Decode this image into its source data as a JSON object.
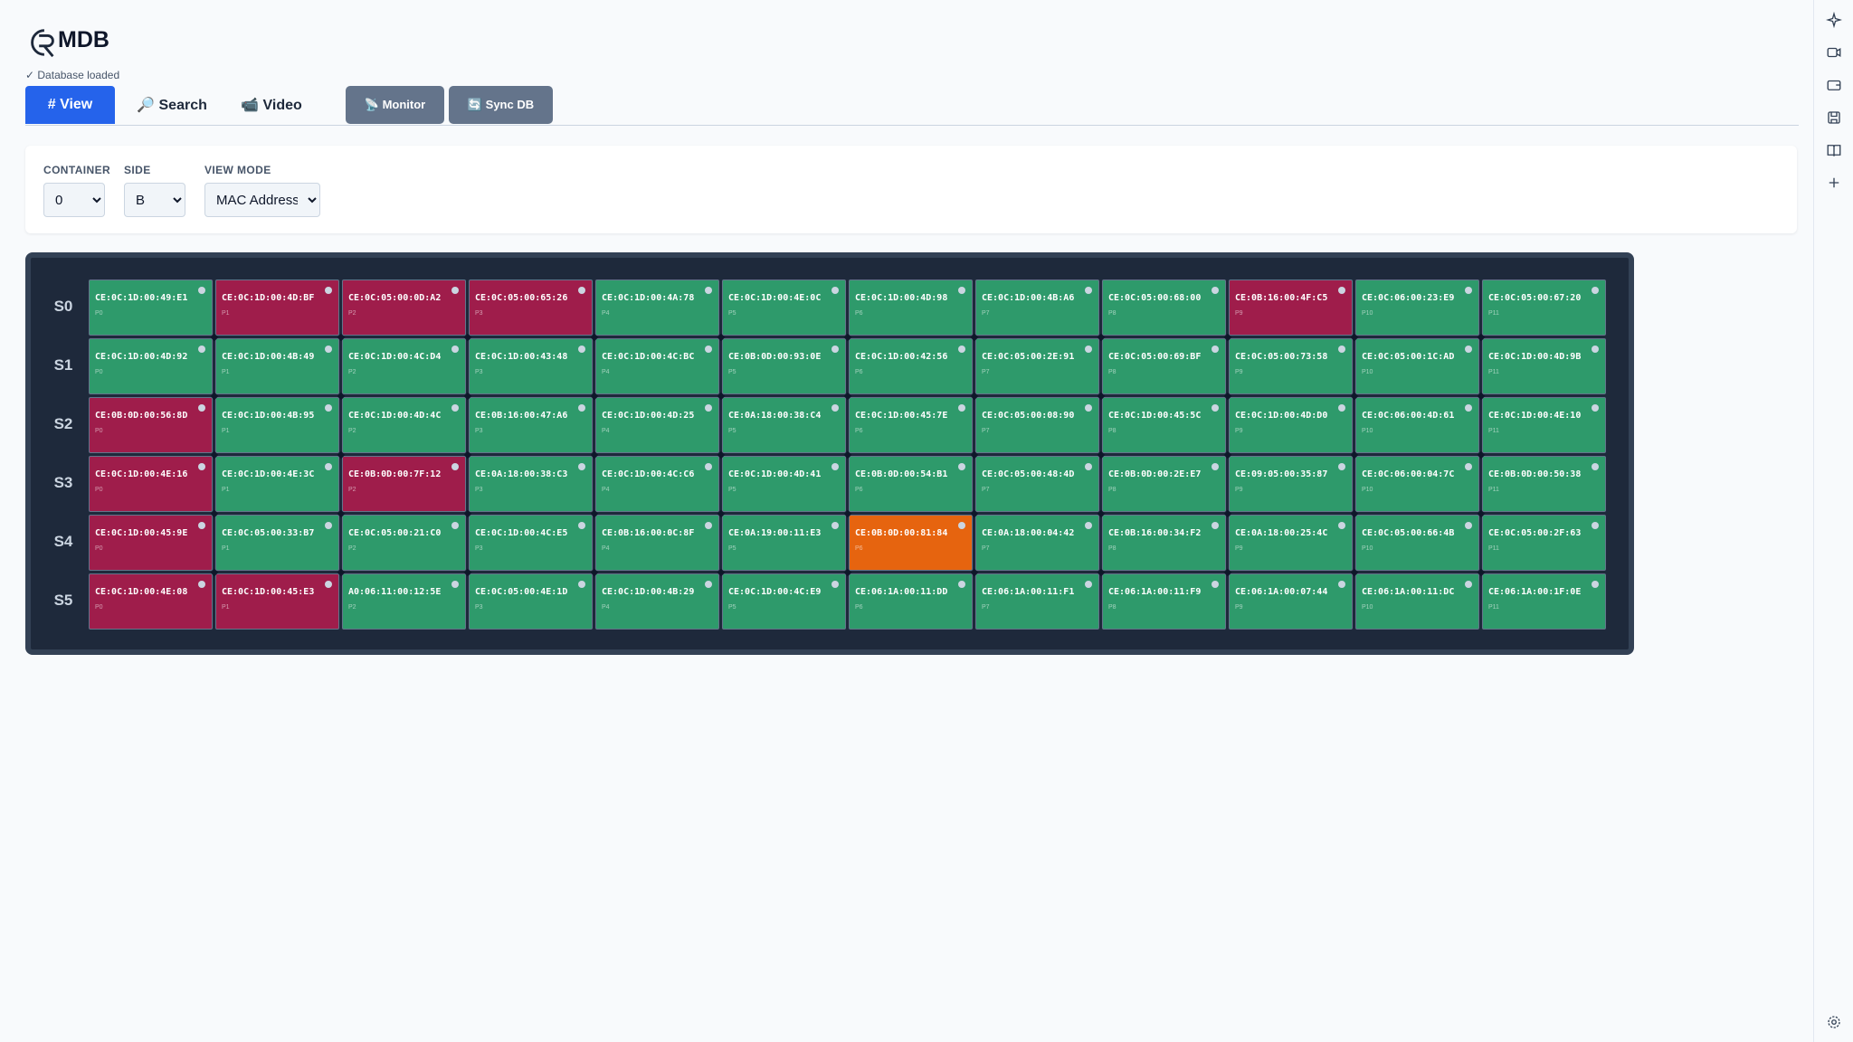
{
  "app": {
    "title": "MDB",
    "status": "✓ Database loaded"
  },
  "tabs": [
    {
      "label": "# View",
      "icon": "hash-icon",
      "active": true
    },
    {
      "label": "🔎 Search",
      "icon": "search-icon"
    },
    {
      "label": "📹 Video",
      "icon": "video-icon"
    },
    {
      "label": "📡 Monitor",
      "icon": "satellite-icon"
    },
    {
      "label": "🔄 Sync DB",
      "icon": "sync-icon"
    }
  ],
  "controls": {
    "container": {
      "label": "CONTAINER",
      "value": "0"
    },
    "side": {
      "label": "SIDE",
      "value": "B"
    },
    "view_mode": {
      "label": "VIEW MODE",
      "value": "MAC Address"
    }
  },
  "colors": {
    "ok": "#2e9a6b",
    "bad": "#9f1d4b",
    "warn": "#e6640f",
    "accent": "#2563eb"
  },
  "grid": {
    "rows": [
      {
        "label": "S0",
        "cells": [
          {
            "mac": "CE:0C:1D:00:49:E1",
            "port": "P0",
            "status": "ok"
          },
          {
            "mac": "CE:0C:1D:00:4D:BF",
            "port": "P1",
            "status": "bad"
          },
          {
            "mac": "CE:0C:05:00:0D:A2",
            "port": "P2",
            "status": "bad"
          },
          {
            "mac": "CE:0C:05:00:65:26",
            "port": "P3",
            "status": "bad"
          },
          {
            "mac": "CE:0C:1D:00:4A:78",
            "port": "P4",
            "status": "ok"
          },
          {
            "mac": "CE:0C:1D:00:4E:0C",
            "port": "P5",
            "status": "ok"
          },
          {
            "mac": "CE:0C:1D:00:4D:98",
            "port": "P6",
            "status": "ok"
          },
          {
            "mac": "CE:0C:1D:00:4B:A6",
            "port": "P7",
            "status": "ok"
          },
          {
            "mac": "CE:0C:05:00:68:00",
            "port": "P8",
            "status": "ok"
          },
          {
            "mac": "CE:0B:16:00:4F:C5",
            "port": "P9",
            "status": "bad"
          },
          {
            "mac": "CE:0C:06:00:23:E9",
            "port": "P10",
            "status": "ok"
          },
          {
            "mac": "CE:0C:05:00:67:20",
            "port": "P11",
            "status": "ok"
          }
        ]
      },
      {
        "label": "S1",
        "cells": [
          {
            "mac": "CE:0C:1D:00:4D:92",
            "port": "P0",
            "status": "ok"
          },
          {
            "mac": "CE:0C:1D:00:4B:49",
            "port": "P1",
            "status": "ok"
          },
          {
            "mac": "CE:0C:1D:00:4C:D4",
            "port": "P2",
            "status": "ok"
          },
          {
            "mac": "CE:0C:1D:00:43:48",
            "port": "P3",
            "status": "ok"
          },
          {
            "mac": "CE:0C:1D:00:4C:BC",
            "port": "P4",
            "status": "ok"
          },
          {
            "mac": "CE:0B:0D:00:93:0E",
            "port": "P5",
            "status": "ok"
          },
          {
            "mac": "CE:0C:1D:00:42:56",
            "port": "P6",
            "status": "ok"
          },
          {
            "mac": "CE:0C:05:00:2E:91",
            "port": "P7",
            "status": "ok"
          },
          {
            "mac": "CE:0C:05:00:69:BF",
            "port": "P8",
            "status": "ok"
          },
          {
            "mac": "CE:0C:05:00:73:58",
            "port": "P9",
            "status": "ok"
          },
          {
            "mac": "CE:0C:05:00:1C:AD",
            "port": "P10",
            "status": "ok"
          },
          {
            "mac": "CE:0C:1D:00:4D:9B",
            "port": "P11",
            "status": "ok"
          }
        ]
      },
      {
        "label": "S2",
        "cells": [
          {
            "mac": "CE:0B:0D:00:56:8D",
            "port": "P0",
            "status": "bad"
          },
          {
            "mac": "CE:0C:1D:00:4B:95",
            "port": "P1",
            "status": "ok"
          },
          {
            "mac": "CE:0C:1D:00:4D:4C",
            "port": "P2",
            "status": "ok"
          },
          {
            "mac": "CE:0B:16:00:47:A6",
            "port": "P3",
            "status": "ok"
          },
          {
            "mac": "CE:0C:1D:00:4D:25",
            "port": "P4",
            "status": "ok"
          },
          {
            "mac": "CE:0A:18:00:38:C4",
            "port": "P5",
            "status": "ok"
          },
          {
            "mac": "CE:0C:1D:00:45:7E",
            "port": "P6",
            "status": "ok"
          },
          {
            "mac": "CE:0C:05:00:08:90",
            "port": "P7",
            "status": "ok"
          },
          {
            "mac": "CE:0C:1D:00:45:5C",
            "port": "P8",
            "status": "ok"
          },
          {
            "mac": "CE:0C:1D:00:4D:D0",
            "port": "P9",
            "status": "ok"
          },
          {
            "mac": "CE:0C:06:00:4D:61",
            "port": "P10",
            "status": "ok"
          },
          {
            "mac": "CE:0C:1D:00:4E:10",
            "port": "P11",
            "status": "ok"
          }
        ]
      },
      {
        "label": "S3",
        "cells": [
          {
            "mac": "CE:0C:1D:00:4E:16",
            "port": "P0",
            "status": "bad"
          },
          {
            "mac": "CE:0C:1D:00:4E:3C",
            "port": "P1",
            "status": "ok"
          },
          {
            "mac": "CE:0B:0D:00:7F:12",
            "port": "P2",
            "status": "bad"
          },
          {
            "mac": "CE:0A:18:00:38:C3",
            "port": "P3",
            "status": "ok"
          },
          {
            "mac": "CE:0C:1D:00:4C:C6",
            "port": "P4",
            "status": "ok"
          },
          {
            "mac": "CE:0C:1D:00:4D:41",
            "port": "P5",
            "status": "ok"
          },
          {
            "mac": "CE:0B:0D:00:54:B1",
            "port": "P6",
            "status": "ok"
          },
          {
            "mac": "CE:0C:05:00:48:4D",
            "port": "P7",
            "status": "ok"
          },
          {
            "mac": "CE:0B:0D:00:2E:E7",
            "port": "P8",
            "status": "ok"
          },
          {
            "mac": "CE:09:05:00:35:87",
            "port": "P9",
            "status": "ok"
          },
          {
            "mac": "CE:0C:06:00:04:7C",
            "port": "P10",
            "status": "ok"
          },
          {
            "mac": "CE:0B:0D:00:50:38",
            "port": "P11",
            "status": "ok"
          }
        ]
      },
      {
        "label": "S4",
        "cells": [
          {
            "mac": "CE:0C:1D:00:45:9E",
            "port": "P0",
            "status": "bad"
          },
          {
            "mac": "CE:0C:05:00:33:B7",
            "port": "P1",
            "status": "ok"
          },
          {
            "mac": "CE:0C:05:00:21:C0",
            "port": "P2",
            "status": "ok"
          },
          {
            "mac": "CE:0C:1D:00:4C:E5",
            "port": "P3",
            "status": "ok"
          },
          {
            "mac": "CE:0B:16:00:0C:8F",
            "port": "P4",
            "status": "ok"
          },
          {
            "mac": "CE:0A:19:00:11:E3",
            "port": "P5",
            "status": "ok"
          },
          {
            "mac": "CE:0B:0D:00:81:84",
            "port": "P6",
            "status": "warn"
          },
          {
            "mac": "CE:0A:18:00:04:42",
            "port": "P7",
            "status": "ok"
          },
          {
            "mac": "CE:0B:16:00:34:F2",
            "port": "P8",
            "status": "ok"
          },
          {
            "mac": "CE:0A:18:00:25:4C",
            "port": "P9",
            "status": "ok"
          },
          {
            "mac": "CE:0C:05:00:66:4B",
            "port": "P10",
            "status": "ok"
          },
          {
            "mac": "CE:0C:05:00:2F:63",
            "port": "P11",
            "status": "ok"
          }
        ]
      },
      {
        "label": "S5",
        "cells": [
          {
            "mac": "CE:0C:1D:00:4E:08",
            "port": "P0",
            "status": "bad"
          },
          {
            "mac": "CE:0C:1D:00:45:E3",
            "port": "P1",
            "status": "bad"
          },
          {
            "mac": "A0:06:11:00:12:5E",
            "port": "P2",
            "status": "ok"
          },
          {
            "mac": "CE:0C:05:00:4E:1D",
            "port": "P3",
            "status": "ok"
          },
          {
            "mac": "CE:0C:1D:00:4B:29",
            "port": "P4",
            "status": "ok"
          },
          {
            "mac": "CE:0C:1D:00:4C:E9",
            "port": "P5",
            "status": "ok"
          },
          {
            "mac": "CE:06:1A:00:11:DD",
            "port": "P6",
            "status": "ok"
          },
          {
            "mac": "CE:06:1A:00:11:F1",
            "port": "P7",
            "status": "ok"
          },
          {
            "mac": "CE:06:1A:00:11:F9",
            "port": "P8",
            "status": "ok"
          },
          {
            "mac": "CE:06:1A:00:07:44",
            "port": "P9",
            "status": "ok"
          },
          {
            "mac": "CE:06:1A:00:11:DC",
            "port": "P10",
            "status": "ok"
          },
          {
            "mac": "CE:06:1A:00:1F:0E",
            "port": "P11",
            "status": "ok"
          }
        ]
      }
    ]
  },
  "sidebar_icons": [
    "sparkle-icon",
    "video-icon",
    "wallet-icon",
    "save-icon",
    "book-icon",
    "plus-icon",
    "gear-icon"
  ]
}
